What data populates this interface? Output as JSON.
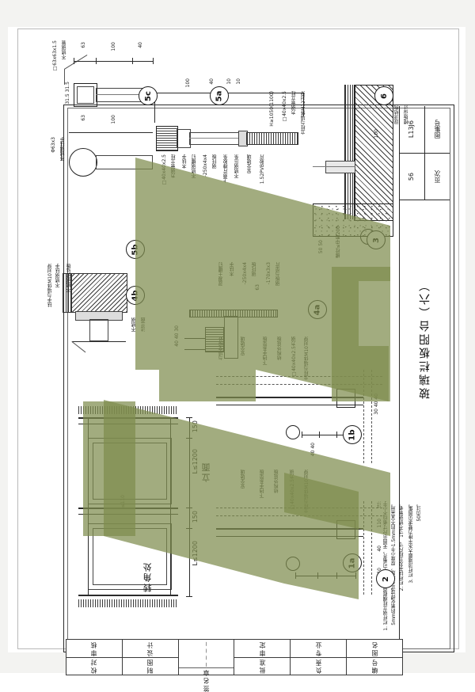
{
  "sheet": {
    "drawing_title": "玻璃栏板阳台（六）",
    "atlas_label": "图集号",
    "atlas_number": "L13J6",
    "page_label": "页次",
    "page_number": "56"
  },
  "signature_block": {
    "cells": [
      {
        "top": "审核",
        "bottom": "校对"
      },
      {
        "top": "设计",
        "bottom": "制图"
      },
      {
        "top": "~~~~",
        "bottom": "签名章"
      },
      {
        "top": "审定",
        "bottom": "批准"
      },
      {
        "top": "专业",
        "bottom": "负责"
      },
      {
        "top": "图名",
        "bottom": "编号"
      }
    ]
  },
  "detail_bubbles": [
    {
      "id": "5c"
    },
    {
      "id": "5a"
    },
    {
      "id": "6"
    },
    {
      "id": "5b"
    },
    {
      "id": "4b"
    },
    {
      "id": "4a"
    },
    {
      "id": "3"
    },
    {
      "id": "1b"
    },
    {
      "id": "1a"
    },
    {
      "id": "2"
    }
  ],
  "view_labels": {
    "elevation": "立面",
    "corner": "转角处"
  },
  "annotations": {
    "top_left": [
      "□63x63x1.5",
      "不锈钢管",
      "Φ63x3",
      "不锈钢扶手",
      "31.5 31.5",
      "63",
      "100",
      "40"
    ],
    "top_mid": [
      "□40x40x2.5",
      "方钢管立柱",
      "40",
      "10",
      "10",
      "100",
      "63",
      "木扶手",
      "不锈钢螺钉",
      "-250x4x4",
      "钢托板",
      "上悬片橡胶条",
      "不锈钢压条",
      "安全玻璃",
      "1.52PVB胶片",
      "不锈钢压条"
    ],
    "top_right": [
      "□40x40x2.5",
      "方钢管立柱",
      "立柱与墙体M12对穿",
      "100",
      "100",
      "50  50",
      "现浇结构",
      "楼板设计",
      "螺栓≤中距200",
      "H≥1050(1100)",
      "40",
      "40",
      "10",
      "10"
    ],
    "left_detail": [
      "不锈钢扶手",
      "不锈钢镀钛板",
      "不锈钢",
      "法兰盘",
      "扶手与墙体M10对穿"
    ],
    "center": [
      "安全玻璃",
      "与墙交接处",
      "下挡手系垫板",
      "结构外底板",
      "□40x40x2.5方钢",
      "立柱与墙体M10对穿",
      "40 40",
      "30 40 40",
      "150 40 40",
      "110",
      "40",
      "≤110",
      "≤中距200",
      "≤1200"
    ],
    "center_left": [
      "混凝土螺钉",
      "木扶手",
      "-250x4x4",
      "钢托板",
      "-170x3x3",
      "钢板与垫片",
      "63",
      "40 40 30",
      "30 40 40"
    ],
    "elevation_dims": [
      "L≤1200",
      "L≤1200",
      "150",
      "150",
      "≤110",
      "150"
    ]
  },
  "notes": {
    "prefix": "注:",
    "lines": [
      "1. 栏杆钢立柱横截面不变者不可看齐，无图示尺寸者均不小于",
      "3. 栏杆顶端最大水平推力要求见图集，",
      "5mm的氧化焊或式公称厚，厚度小于1.5mm的不宜采用。",
      "50页注。",
      "2. 栏杆扶手及立柱尺寸、1寸不锈钢管者。"
    ]
  },
  "colors": {
    "highlighter": "#7e8c4e",
    "paper": "#ffffff",
    "ink": "#2b2b2b",
    "scan_edge": "#f3f3f1"
  }
}
